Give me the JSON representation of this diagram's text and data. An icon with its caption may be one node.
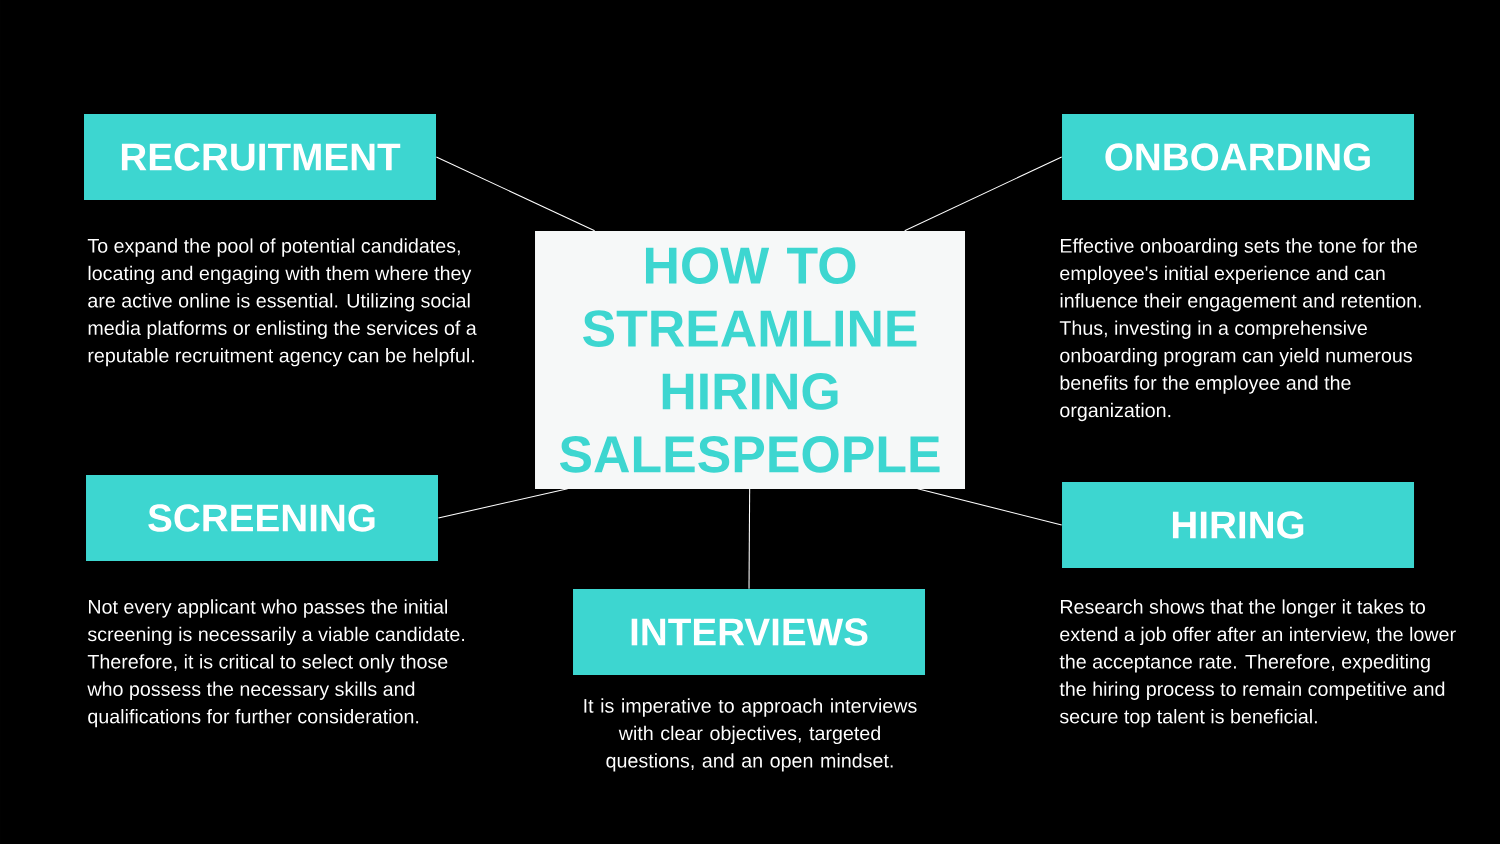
{
  "diagram": {
    "nodes": [
      {
        "text": [
          "RECRUITMENT"
        ],
        "beside": [
          "To expand the pool of potential candidates, locating and engaging with them where they are active online is essential. Utilizing social media platforms or enlisting the services of a reputable recruitment agency can be helpful."
        ]
      },
      {
        "text": [
          "ONBOARDING"
        ],
        "beside": [
          "Effective onboarding sets the tone for the employee's initial experience and can influence their engagement and retention. Thus, investing in a comprehensive onboarding program can yield numerous benefits for the employee and the organization."
        ]
      },
      {
        "text": [
          "HOW TO STREAMLINE HIRING SALESPEOPLE"
        ]
      },
      {
        "text": [
          "SCREENING"
        ],
        "beside": [
          "Not every applicant who passes the initial screening is necessarily a viable candidate. Therefore, it is critical to select only those who possess the necessary skills and qualifications for further consideration."
        ]
      },
      {
        "text": [
          "HIRING"
        ],
        "beside": [
          "Research shows that the longer it takes to extend a job offer after an interview, the lower the acceptance rate. Therefore, expediting the hiring process to remain competitive and secure top talent is beneficial."
        ]
      },
      {
        "text": [
          "INTERVIEWS"
        ],
        "beside": [
          "It is imperative to approach interviews with clear objectives, targeted questions, and an open mindset."
        ]
      }
    ],
    "edges": [
      {
        "from": 2,
        "to": 0,
        "arrow": "none"
      },
      {
        "from": 2,
        "to": 1,
        "arrow": "none"
      },
      {
        "from": 2,
        "to": 3,
        "arrow": "none"
      },
      {
        "from": 2,
        "to": 4,
        "arrow": "none"
      },
      {
        "from": 2,
        "to": 5,
        "arrow": "none"
      }
    ]
  }
}
